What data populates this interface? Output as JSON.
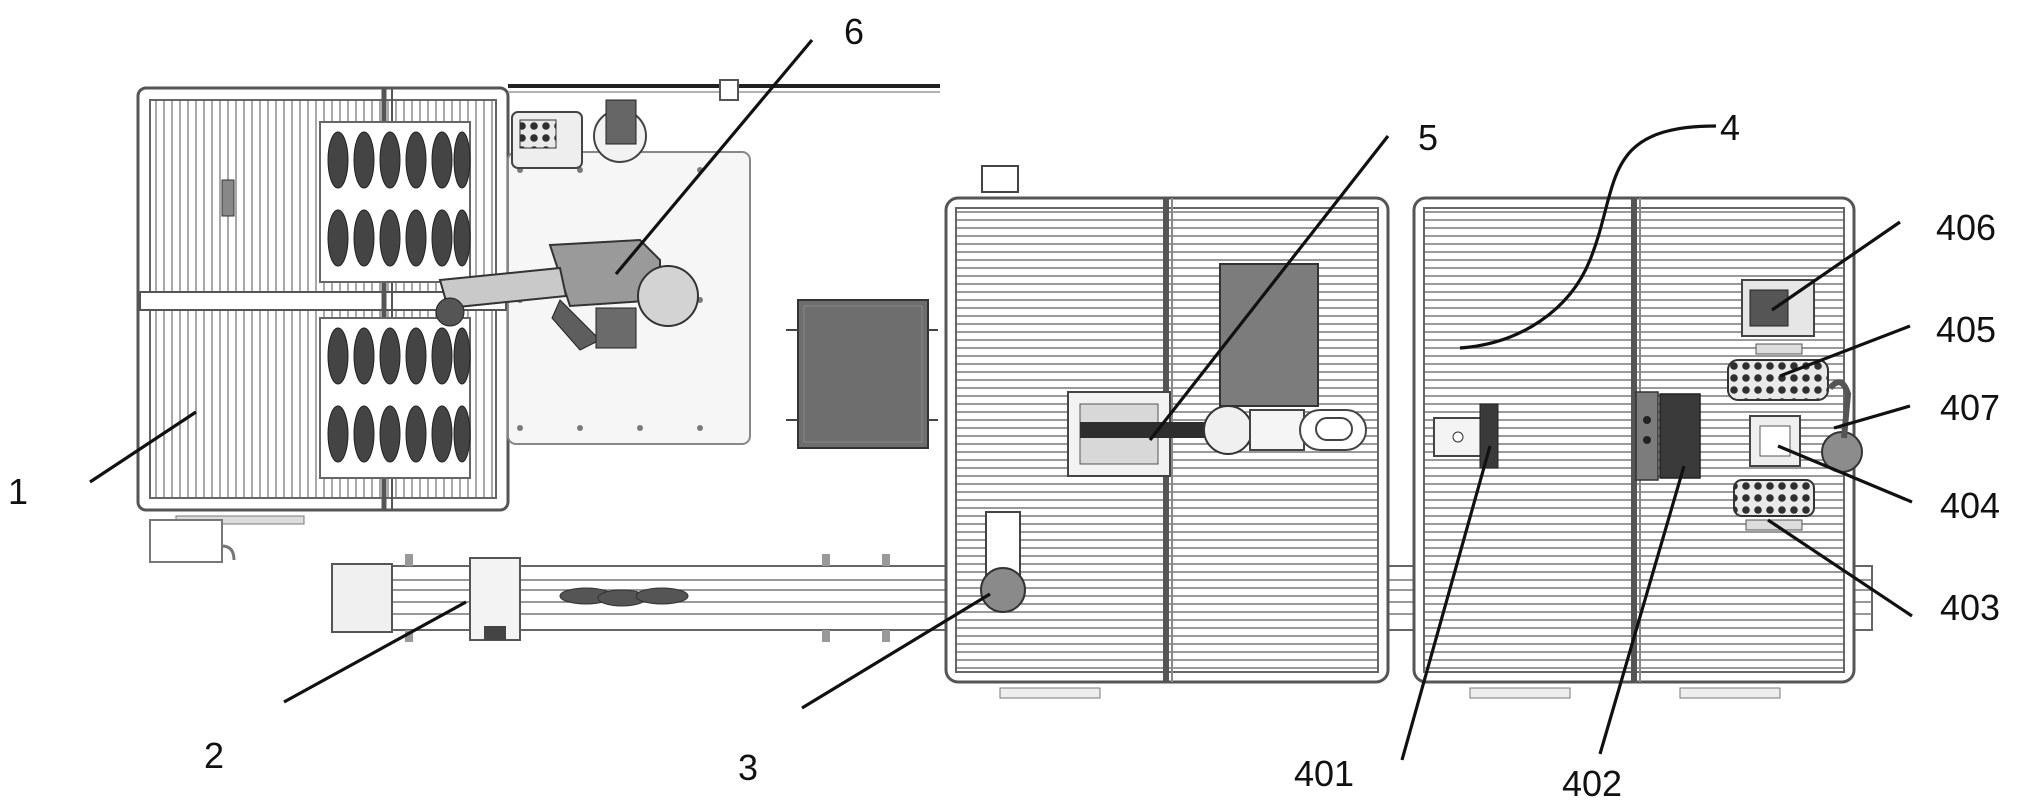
{
  "labels": {
    "l1": "1",
    "l2": "2",
    "l3": "3",
    "l4": "4",
    "l5": "5",
    "l6": "6",
    "l401": "401",
    "l402": "402",
    "l403": "403",
    "l404": "404",
    "l405": "405",
    "l406": "406",
    "l407": "407"
  }
}
